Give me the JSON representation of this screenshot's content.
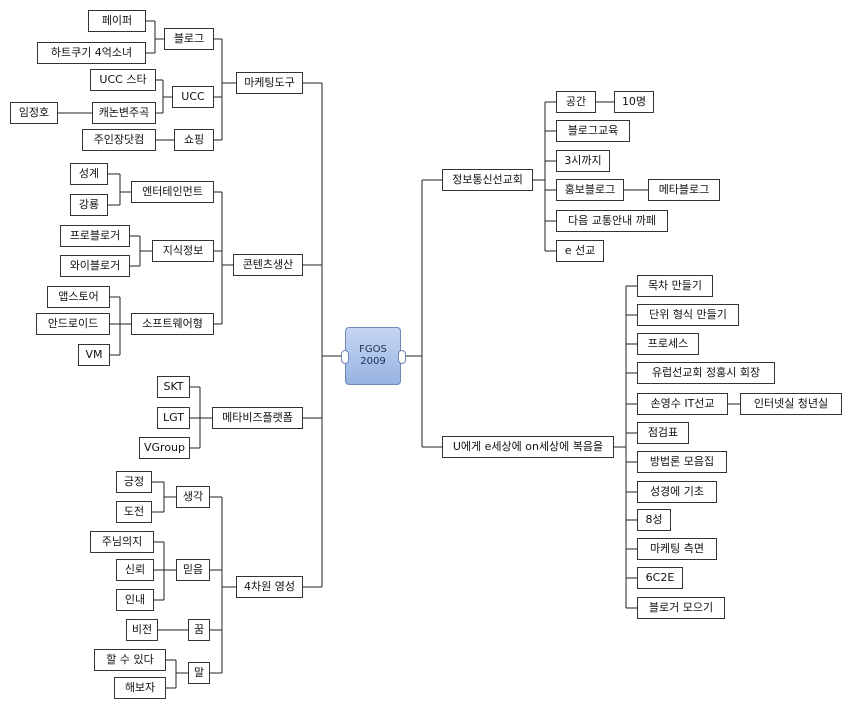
{
  "center": {
    "line1": "FGOS",
    "line2": "2009"
  },
  "branches": {
    "marketing": {
      "label": "마케팅도구",
      "blog": {
        "label": "블로그",
        "items": [
          "페이퍼",
          "하트쿠기 4억소녀"
        ]
      },
      "ucc": {
        "label": "UCC",
        "items": [
          "UCC 스타",
          "캐논변주곡"
        ],
        "sub": "임정호"
      },
      "shop": {
        "label": "쇼핑",
        "items": [
          "주인장닷컴"
        ]
      }
    },
    "content": {
      "label": "콘텐츠생산",
      "ent": {
        "label": "엔터테인먼트",
        "items": [
          "성계",
          "강룡"
        ]
      },
      "know": {
        "label": "지식정보",
        "items": [
          "프로블로거",
          "와이블로거"
        ]
      },
      "soft": {
        "label": "소프트웨어형",
        "items": [
          "앱스토어",
          "안드로이드",
          "VM"
        ]
      }
    },
    "meta": {
      "label": "메타비즈플랫폼",
      "items": [
        "SKT",
        "LGT",
        "VGroup"
      ]
    },
    "spirit": {
      "label": "4차원 영성",
      "think": {
        "label": "생각",
        "items": [
          "긍정",
          "도전"
        ]
      },
      "faith": {
        "label": "믿음",
        "items": [
          "주님의지",
          "신뢰",
          "인내"
        ]
      },
      "dream": {
        "label": "꿈",
        "items": [
          "비전"
        ]
      },
      "word": {
        "label": "말",
        "items": [
          "할 수 있다",
          "해보자"
        ]
      }
    },
    "church": {
      "label": "정보통신선교회",
      "space": {
        "label": "공간",
        "sub": "10명"
      },
      "edu": "블로그교육",
      "time": "3시까지",
      "promo": {
        "label": "홍보블로그",
        "sub": "메타블로그"
      },
      "cafe": "다음 교통안내 까페",
      "mission": "e 선교"
    },
    "gospel": {
      "label": "U에게 e세상에 on세상에 복음을",
      "items": [
        "목차 만들기",
        "단위 형식 만들기",
        "프로세스",
        "유럽선교회 정홍시 회장",
        "손영수 IT선교",
        "점검표",
        "방법론 모음집",
        "성경에 기초",
        "8성",
        "마케팅 측면",
        "6C2E",
        "블로거 모으기"
      ],
      "sub": "인터넷실 청년실"
    }
  }
}
